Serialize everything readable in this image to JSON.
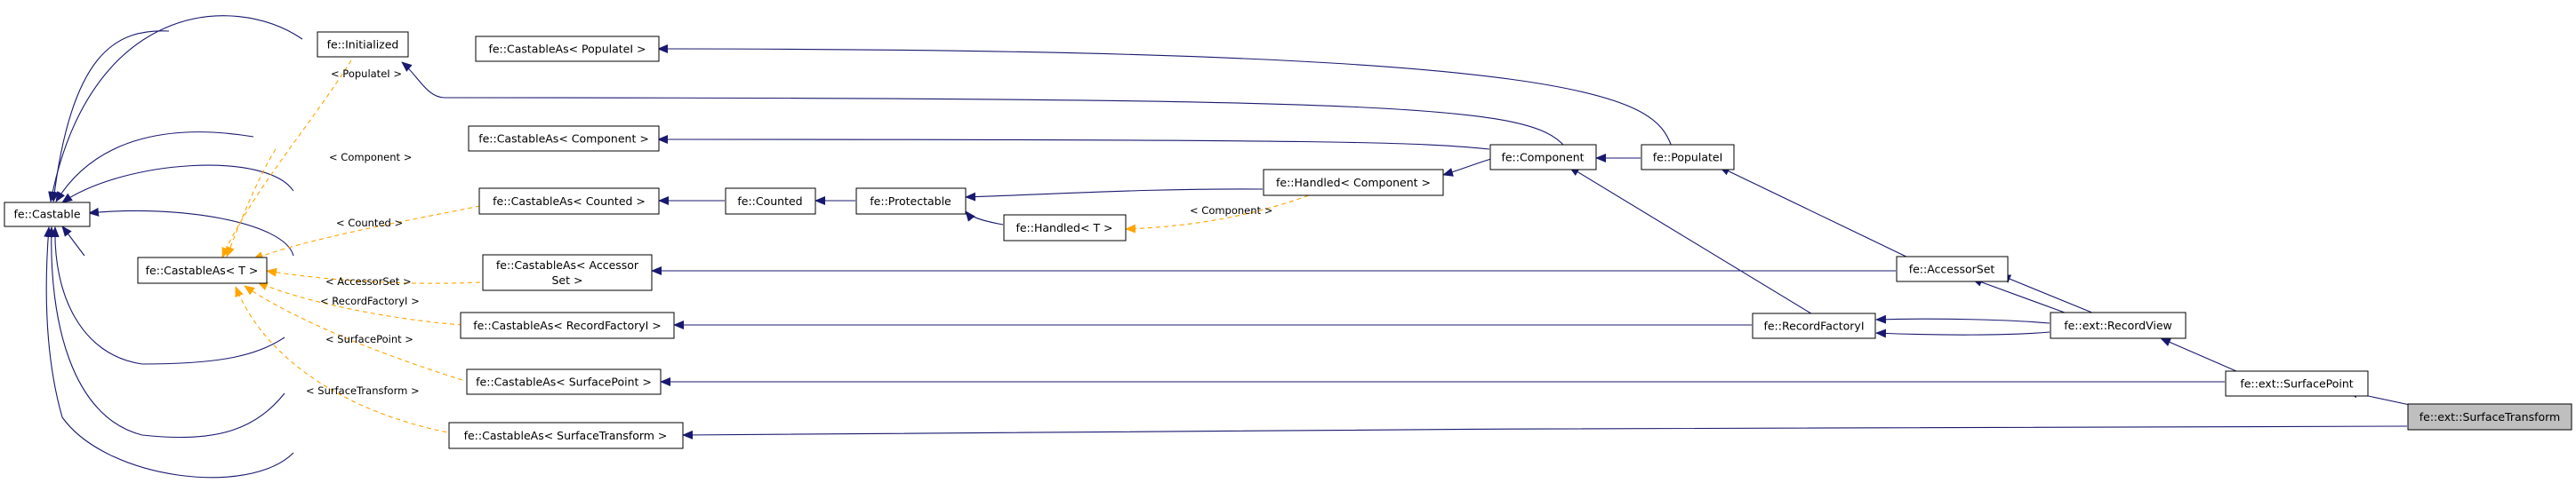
{
  "colors": {
    "inheritance_edge": "#191970",
    "template_edge": "#ffa500",
    "node_fill": "#ffffff",
    "highlight_fill": "#bfbfbf",
    "node_stroke": "#000000"
  },
  "nodes": {
    "castable": {
      "lines": [
        "fe::Castable"
      ]
    },
    "initialized": {
      "lines": [
        "fe::Initialized"
      ]
    },
    "castable_as_t": {
      "lines": [
        "fe::CastableAs< T >"
      ]
    },
    "cas_populatei": {
      "lines": [
        "fe::CastableAs< PopulateI >"
      ]
    },
    "cas_component": {
      "lines": [
        "fe::CastableAs< Component >"
      ]
    },
    "cas_counted": {
      "lines": [
        "fe::CastableAs< Counted >"
      ]
    },
    "cas_accessorset": {
      "lines": [
        "fe::CastableAs< Accessor",
        "Set >"
      ]
    },
    "cas_recordfactoryi": {
      "lines": [
        "fe::CastableAs< RecordFactoryI >"
      ]
    },
    "cas_surfacepoint": {
      "lines": [
        "fe::CastableAs< SurfacePoint >"
      ]
    },
    "cas_surfacetransform": {
      "lines": [
        "fe::CastableAs< SurfaceTransform >"
      ]
    },
    "counted": {
      "lines": [
        "fe::Counted"
      ]
    },
    "protectable": {
      "lines": [
        "fe::Protectable"
      ]
    },
    "handled_t": {
      "lines": [
        "fe::Handled< T >"
      ]
    },
    "handled_component": {
      "lines": [
        "fe::Handled< Component >"
      ]
    },
    "component": {
      "lines": [
        "fe::Component"
      ]
    },
    "populatei": {
      "lines": [
        "fe::PopulateI"
      ]
    },
    "accessorset": {
      "lines": [
        "fe::AccessorSet"
      ]
    },
    "recordfactoryi": {
      "lines": [
        "fe::RecordFactoryI"
      ]
    },
    "recordview": {
      "lines": [
        "fe::ext::RecordView"
      ]
    },
    "surfacepoint": {
      "lines": [
        "fe::ext::SurfacePoint"
      ]
    },
    "surfacetransform": {
      "lines": [
        "fe::ext::SurfaceTransform"
      ]
    }
  },
  "edge_labels": {
    "populatei": "< PopulateI >",
    "component_upper": "< Component >",
    "counted": "< Counted >",
    "accessorset": "< AccessorSet >",
    "recordfactoryi": "< RecordFactoryI >",
    "surfacepoint": "< SurfacePoint >",
    "surfacetransform": "< SurfaceTransform >",
    "component_handled": "< Component >"
  }
}
